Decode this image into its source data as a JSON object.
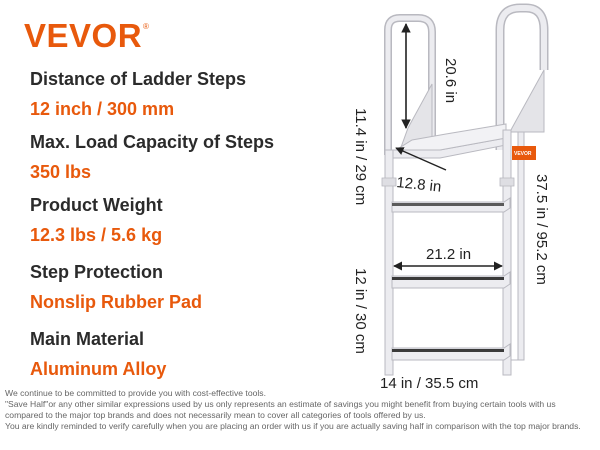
{
  "brand": {
    "logo_text": "VEVOR",
    "registered_mark": "®",
    "tag_text": "VEVOR"
  },
  "colors": {
    "accent": "#e8590c",
    "label": "#2b2b2b",
    "frame": "#e8e8ec",
    "frame_edge": "#b9b9c0",
    "pad": "#3a3a3a"
  },
  "specs": [
    {
      "label": "Distance of Ladder Steps",
      "value": "12 inch / 300 mm"
    },
    {
      "label": "Max. Load Capacity of Steps",
      "value": "350 lbs"
    },
    {
      "label": "Product Weight",
      "value": "12.3 lbs / 5.6 kg"
    },
    {
      "label": "Step Protection",
      "value": "Nonslip Rubber Pad"
    },
    {
      "label": "Main Material",
      "value": "Aluminum Alloy"
    }
  ],
  "dimensions": {
    "handrail_height": "20.6 in",
    "top_gap": "11.4 in / 29 cm",
    "top_step_depth": "12.8 in",
    "total_height": "37.5 in / 95.2 cm",
    "step_width": "21.2 in",
    "step_spacing": "12 in / 30 cm",
    "base_width": "14 in / 35.5 cm"
  },
  "footer": {
    "lines": [
      "We continue to be committed to provide you with cost-effective tools.",
      "\"Save Half\"or any other similar expressions used by us only represents an estimate of savings you might benefit from buying certain tools with us",
      "compared to the major top brands and does not necessarily mean to cover all categories of tools offered by us.",
      "You are kindly reminded to verify carefully when you are placing an order with us if you are actually saving half in comparison with the top major brands."
    ]
  }
}
